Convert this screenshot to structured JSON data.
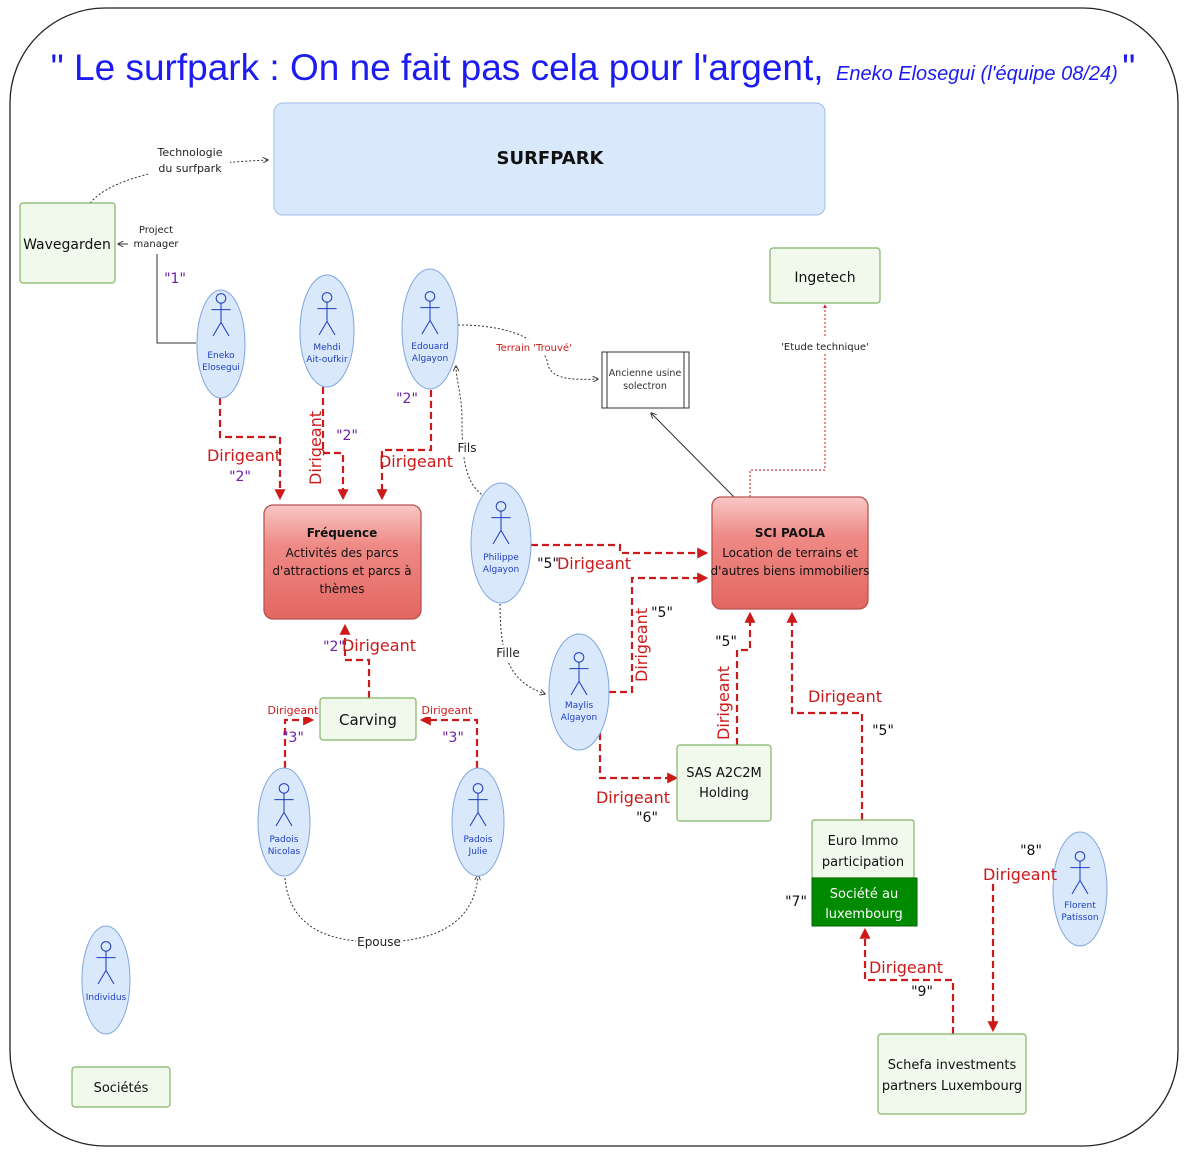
{
  "title": {
    "main": "\" Le surfpark : On ne fait pas cela pour l'argent,",
    "author": "Eneko Elosegui (l'équipe 08/24)",
    "close": "\""
  },
  "colors": {
    "title": "#1c1cf0",
    "person_fill": "#dae8fc",
    "person_stroke": "#7ea6e0",
    "person_text": "#1f3fbf",
    "company_fill": "#f1f8ec",
    "company_stroke": "#82b366",
    "red_fill": "#ea6b66",
    "red_stroke": "#b85450",
    "dirigeant": "#cc1a1a",
    "number": "#6f1fa8",
    "green_box": "#008a00"
  },
  "surfpark_label": "SURFPARK",
  "persons": {
    "eneko": "Eneko\nElosegui",
    "mehdi": "Mehdi\nAit-oufkir",
    "edouard": "Edouard\nAlgayon",
    "philippe": "Philippe\nAlgayon",
    "maylis": "Maylis\nAlgayon",
    "padois_nicolas": "Padois\nNicolas",
    "padois_julie": "Padois\nJulie",
    "florent": "Florent\nPatisson",
    "legend_individus": "Individus"
  },
  "companies": {
    "wavegarden": "Wavegarden",
    "ingetech": "Ingetech",
    "ancienne_usine": "Ancienne usine\nsolectron",
    "frequence_title": "Fréquence",
    "frequence_desc": "Activités des parcs\nd'attractions et parcs à\nthèmes",
    "sci_title": "SCI PAOLA",
    "sci_desc": "Location de terrains et\nd'autres biens immobiliers",
    "carving": "Carving",
    "sas": "SAS A2C2M\nHolding",
    "euro_immo": "Euro Immo\nparticipation",
    "societe_lux": "Société au\nluxembourg",
    "schefa": "Schefa investments\npartners Luxembourg",
    "legend_societes": "Sociétés"
  },
  "edge_labels": {
    "technologie": "Technologie\ndu surfpark",
    "project_manager": "Project\nmanager",
    "terrain_trouve": "Terrain 'Trouvé'",
    "etude_technique": "'Etude technique'",
    "fils": "Fils",
    "fille": "Fille",
    "epouse": "Epouse",
    "dirigeant": "Dirigeant"
  },
  "numbers": {
    "n1": "\"1\"",
    "n2": "\"2\"",
    "n3": "\"3\"",
    "n5": "\"5\"",
    "n6": "\"6\"",
    "n7": "\"7\"",
    "n8": "\"8\"",
    "n9": "\"9\""
  }
}
